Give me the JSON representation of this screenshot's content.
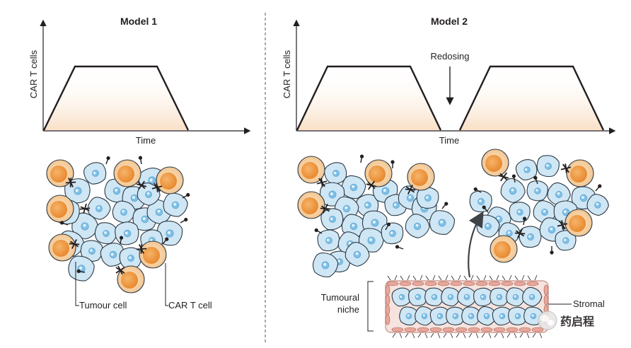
{
  "panels": {
    "model1": {
      "title": "Model 1",
      "y_axis_label": "CAR T cells",
      "x_axis_label": "Time",
      "labels": {
        "tumour_cell": "Tumour cell",
        "car_t_cell": "CAR T cell"
      }
    },
    "model2": {
      "title": "Model 2",
      "y_axis_label": "CAR T cells",
      "x_axis_label": "Time",
      "redosing_label": "Redosing",
      "niche_label_line1": "Tumoural",
      "niche_label_line2": "niche",
      "stromal_label": "Stromal"
    }
  },
  "watermark": {
    "text": "药启程"
  },
  "colors": {
    "tumour_fill": "#cfe6f5",
    "tumour_nucleus": "#7fc0e6",
    "car_t_outer": "#f6d7b0",
    "car_t_inner": "#f0a04b",
    "stromal": "#e9a79a",
    "curve_fill": "#fbe6d2"
  }
}
